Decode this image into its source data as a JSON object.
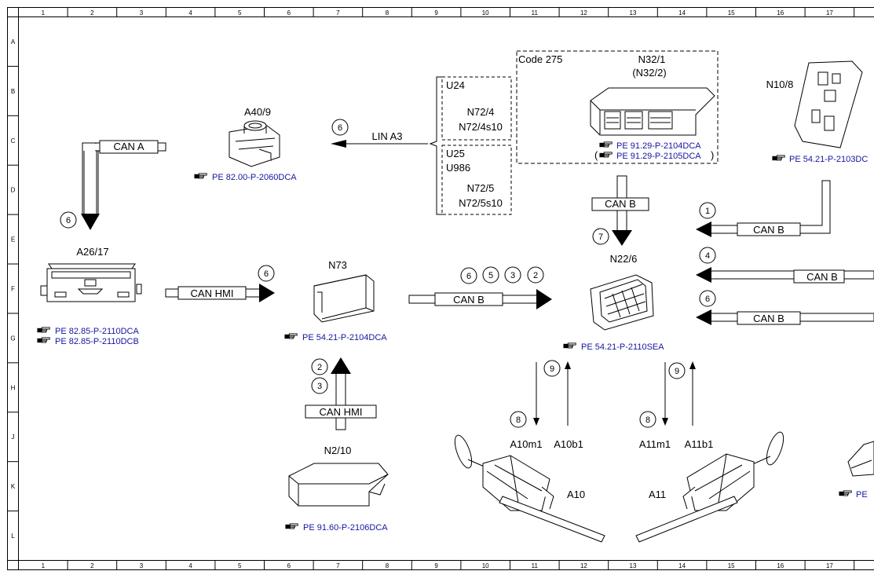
{
  "grid": {
    "columns": [
      "1",
      "2",
      "3",
      "4",
      "5",
      "6",
      "7",
      "8",
      "9",
      "10",
      "11",
      "12",
      "13",
      "14",
      "15",
      "16",
      "17"
    ],
    "rows": [
      "A",
      "B",
      "C",
      "D",
      "E",
      "F",
      "G",
      "H",
      "J",
      "K",
      "L"
    ]
  },
  "components": {
    "a40_9": {
      "label": "A40/9",
      "ref": "PE 82.00-P-2060DCA"
    },
    "a26_17": {
      "label": "A26/17",
      "ref1": "PE 82.85-P-2110DCA",
      "ref2": "PE 82.85-P-2110DCB"
    },
    "n73": {
      "label": "N73",
      "ref": "PE 54.21-P-2104DCA"
    },
    "n2_10": {
      "label": "N2/10",
      "ref": "PE 91.60-P-2106DCA"
    },
    "n22_6": {
      "label": "N22/6",
      "ref": "PE 54.21-P-2110SEA"
    },
    "n10_8": {
      "label": "N10/8",
      "ref": "PE 54.21-P-2103DC"
    },
    "n32_1": {
      "label": "N32/1",
      "label_alt": "(N32/2)",
      "code": "Code 275",
      "ref1": "PE 91.29-P-2104DCA",
      "ref2": "PE 91.29-P-2105DCA"
    },
    "u24": {
      "label": "U24",
      "item1": "N72/4",
      "item2": "N72/4s10"
    },
    "u25": {
      "label": "U25",
      "label2": "U986",
      "item1": "N72/5",
      "item2": "N72/5s10"
    },
    "a10": {
      "label": "A10",
      "m1": "A10m1",
      "b1": "A10b1"
    },
    "a11": {
      "label": "A11",
      "m1": "A11m1",
      "b1": "A11b1"
    },
    "partial_right": {
      "ref": "PE"
    }
  },
  "buses": {
    "can_a": "CAN A",
    "can_b": "CAN B",
    "can_hmi": "CAN HMI",
    "lin_a3": "LIN A3"
  },
  "circles": {
    "c1": "1",
    "c2": "2",
    "c3": "3",
    "c4": "4",
    "c5": "5",
    "c6": "6",
    "c7": "7",
    "c8": "8",
    "c9": "9"
  }
}
